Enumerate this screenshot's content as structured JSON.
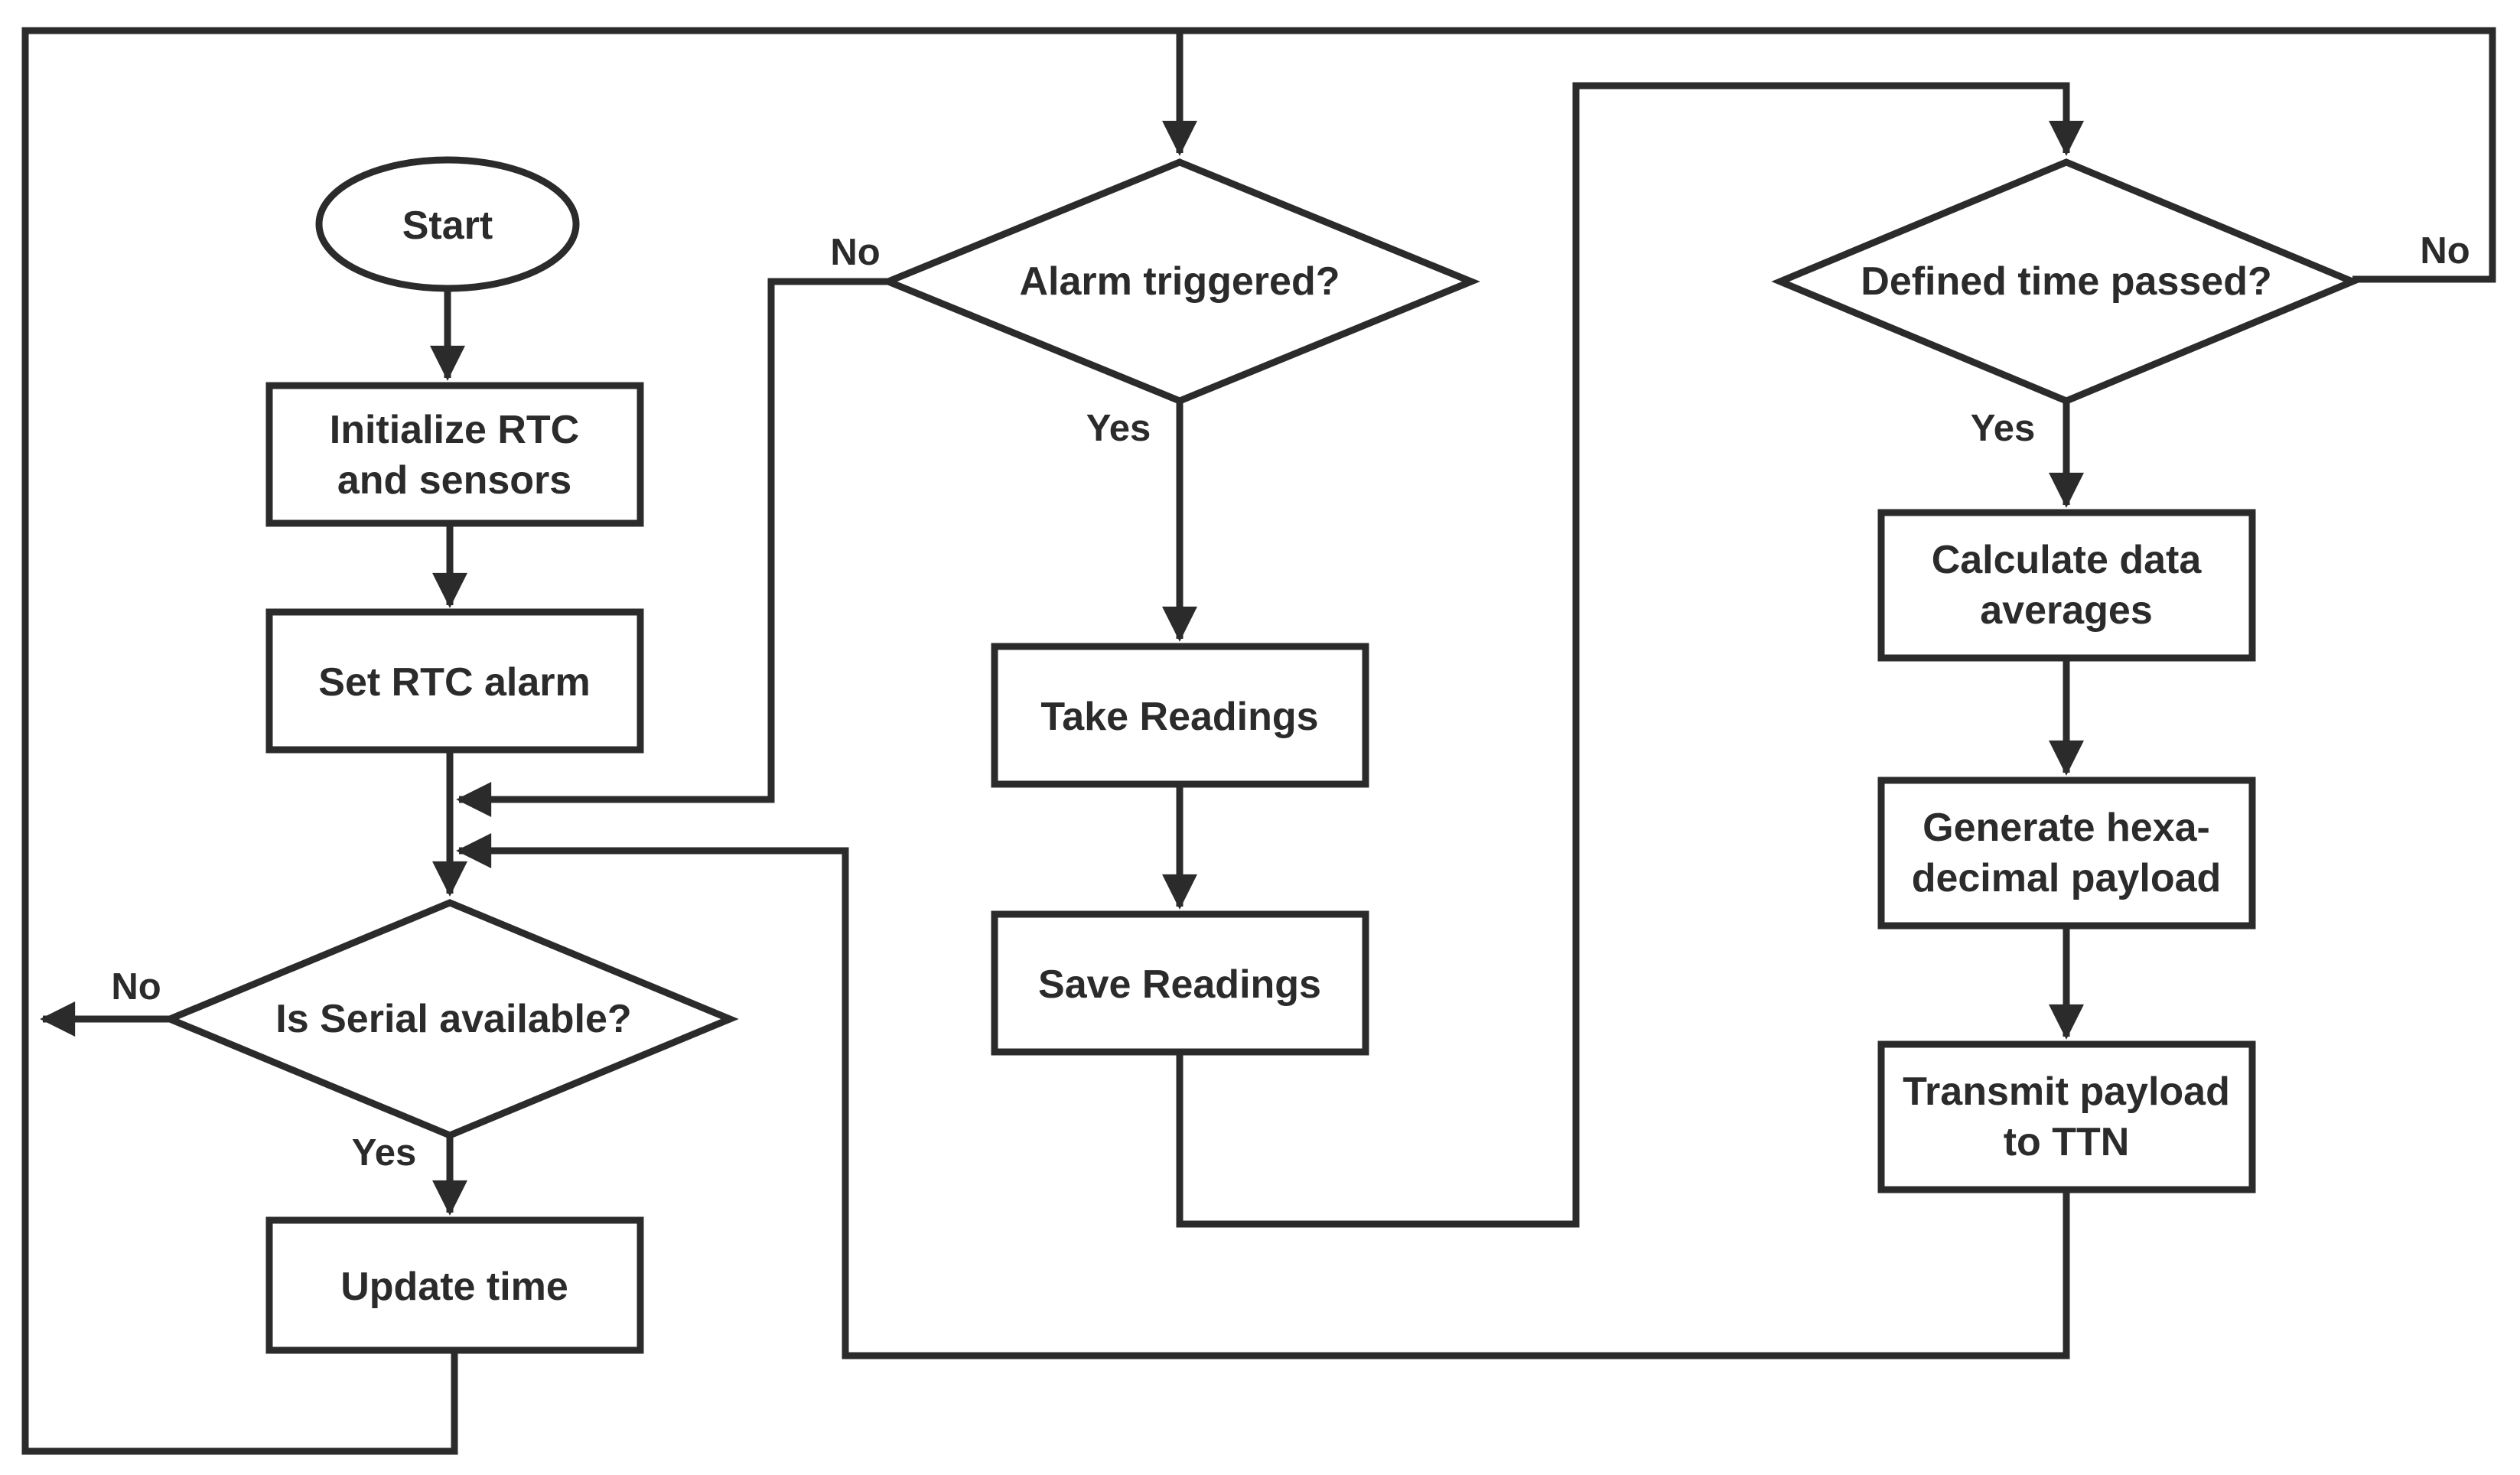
{
  "diagram": {
    "type": "flowchart",
    "background_color": "#ffffff",
    "line_color": "#2b2b2b",
    "nodes": {
      "start": {
        "type": "terminator",
        "label": "Start"
      },
      "initialize": {
        "type": "process",
        "lines": [
          "Initialize RTC",
          "and sensors"
        ]
      },
      "set_alarm": {
        "type": "process",
        "label": "Set RTC alarm"
      },
      "serial_check": {
        "type": "decision",
        "label": "Is Serial available?"
      },
      "update_time": {
        "type": "process",
        "label": "Update time"
      },
      "alarm_check": {
        "type": "decision",
        "label": "Alarm triggered?"
      },
      "take_readings": {
        "type": "process",
        "label": "Take Readings"
      },
      "save_readings": {
        "type": "process",
        "label": "Save Readings"
      },
      "time_check": {
        "type": "decision",
        "label": "Defined time passed?"
      },
      "calc_avg": {
        "type": "process",
        "lines": [
          "Calculate data",
          "averages"
        ]
      },
      "gen_payload": {
        "type": "process",
        "lines": [
          "Generate hexa-",
          "decimal payload"
        ]
      },
      "transmit": {
        "type": "process",
        "lines": [
          "Transmit payload",
          "to TTN"
        ]
      }
    },
    "edge_labels": {
      "alarm_no": "No",
      "alarm_yes": "Yes",
      "time_no": "No",
      "time_yes": "Yes",
      "serial_no": "No",
      "serial_yes": "Yes"
    },
    "edges": [
      {
        "from": "start",
        "to": "initialize",
        "label": ""
      },
      {
        "from": "initialize",
        "to": "set_alarm",
        "label": ""
      },
      {
        "from": "set_alarm",
        "to": "serial_check",
        "label": ""
      },
      {
        "from": "alarm_check",
        "to": "serial_check",
        "label": "No"
      },
      {
        "from": "alarm_check",
        "to": "take_readings",
        "label": "Yes"
      },
      {
        "from": "take_readings",
        "to": "save_readings",
        "label": ""
      },
      {
        "from": "save_readings",
        "to": "time_check",
        "label": ""
      },
      {
        "from": "time_check",
        "to": "calc_avg",
        "label": "Yes"
      },
      {
        "from": "time_check",
        "to": "alarm_check",
        "label": "No"
      },
      {
        "from": "calc_avg",
        "to": "gen_payload",
        "label": ""
      },
      {
        "from": "gen_payload",
        "to": "transmit",
        "label": ""
      },
      {
        "from": "transmit",
        "to": "serial_check",
        "label": ""
      },
      {
        "from": "serial_check",
        "to": "update_time",
        "label": "Yes"
      },
      {
        "from": "serial_check",
        "to": "alarm_check",
        "label": "No"
      },
      {
        "from": "update_time",
        "to": "alarm_check",
        "label": ""
      }
    ]
  }
}
